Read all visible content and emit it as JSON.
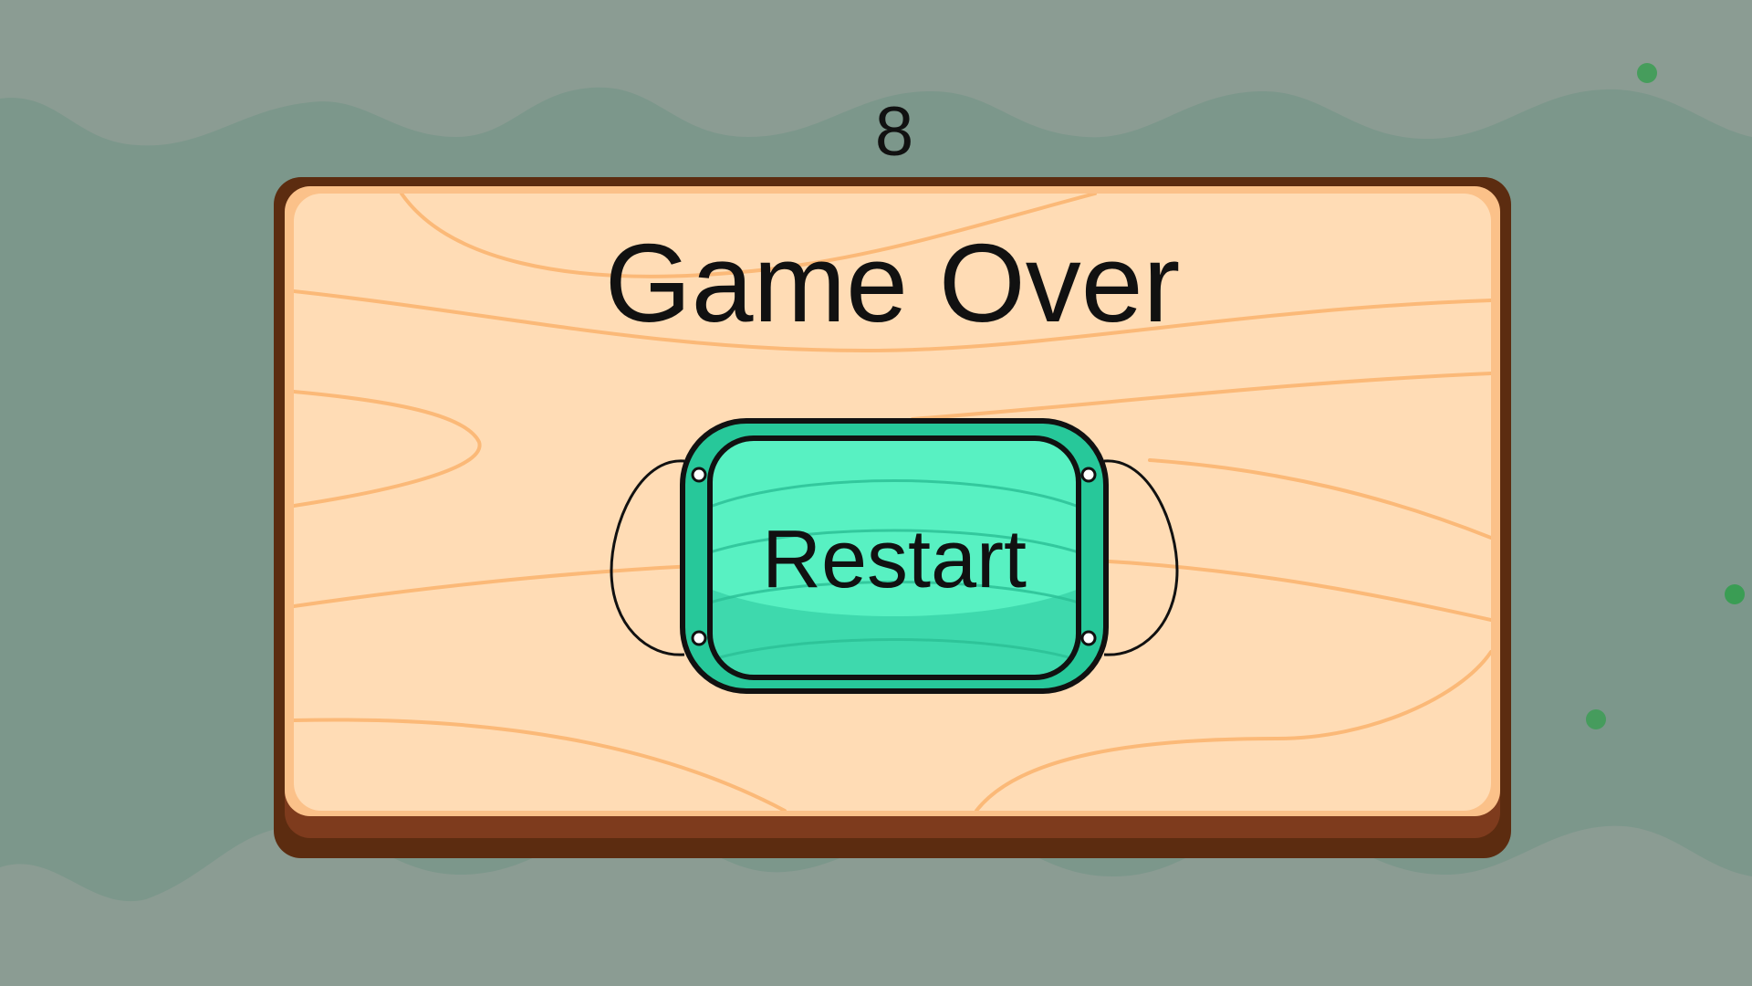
{
  "hud": {
    "score": "8"
  },
  "dialog": {
    "title": "Game Over",
    "restart_label": "Restart"
  },
  "colors": {
    "background": "#8b9c93",
    "background_wave": "#7c978b",
    "board_border": "#5c2c10",
    "board_wood": "#ffdcb5",
    "wood_grain": "#fbb978",
    "button_green": "#27c89a",
    "button_face": "#58f1c2",
    "particle_green": "#2f9e4a"
  },
  "icons": {
    "particles": "green-dot-icon",
    "button_rivets": "rivet-icon"
  }
}
